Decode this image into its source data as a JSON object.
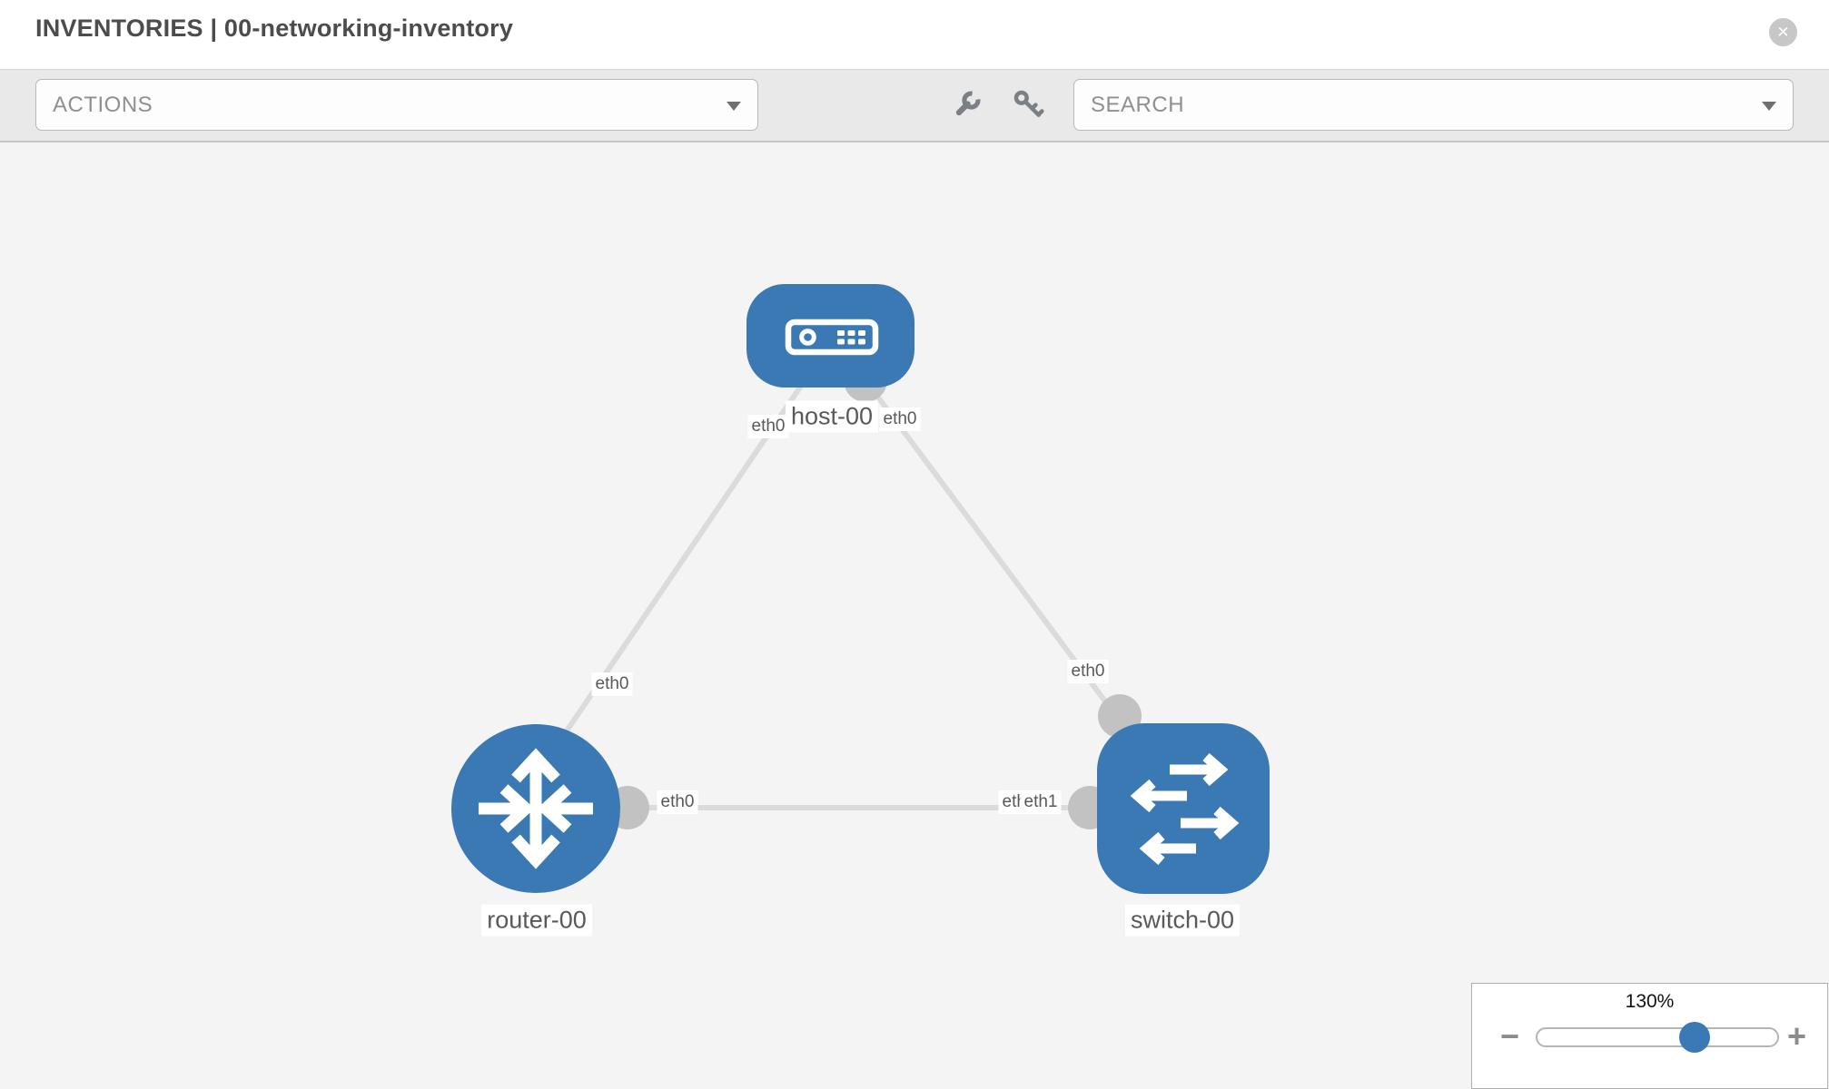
{
  "header": {
    "title": "INVENTORIES | 00-networking-inventory",
    "close_glyph": "✕"
  },
  "toolbar": {
    "actions_label": "ACTIONS",
    "search_label": "SEARCH",
    "icons": [
      "wrench-icon",
      "key-icon"
    ]
  },
  "topology": {
    "nodes": [
      {
        "label": "host-00",
        "type": "host"
      },
      {
        "label": "router-00",
        "type": "router"
      },
      {
        "label": "switch-00",
        "type": "switch"
      }
    ],
    "links": [
      {
        "from": "host-00",
        "to": "router-00",
        "from_if": "eth0",
        "to_if": "eth0"
      },
      {
        "from": "host-00",
        "to": "switch-00",
        "from_if": "eth0",
        "to_if": "eth0"
      },
      {
        "from": "router-00",
        "to": "switch-00",
        "from_if": "eth0",
        "to_if": "eth1"
      }
    ],
    "interfaces": [
      {
        "text": "eth0",
        "link": "host-router",
        "side": "host"
      },
      {
        "text": "eth0",
        "link": "host-switch",
        "side": "host"
      },
      {
        "text": "eth0",
        "link": "host-router",
        "side": "router"
      },
      {
        "text": "eth0",
        "link": "host-switch",
        "side": "switch"
      },
      {
        "text": "eth0",
        "link": "router-switch",
        "side": "router"
      },
      {
        "text": "eth0",
        "link": "router-switch",
        "side": "switch-under"
      },
      {
        "text": "eth1",
        "link": "router-switch",
        "side": "switch-over"
      }
    ]
  },
  "zoom": {
    "level": "130%",
    "minus_glyph": "−",
    "plus_glyph": "+"
  },
  "colors": {
    "node_blue": "#3a79b3",
    "link_gray": "#dbdbdb",
    "port_gray": "#c2c2c2",
    "canvas_bg": "#f4f4f4",
    "toolbar_bg": "#e9e9e9"
  }
}
